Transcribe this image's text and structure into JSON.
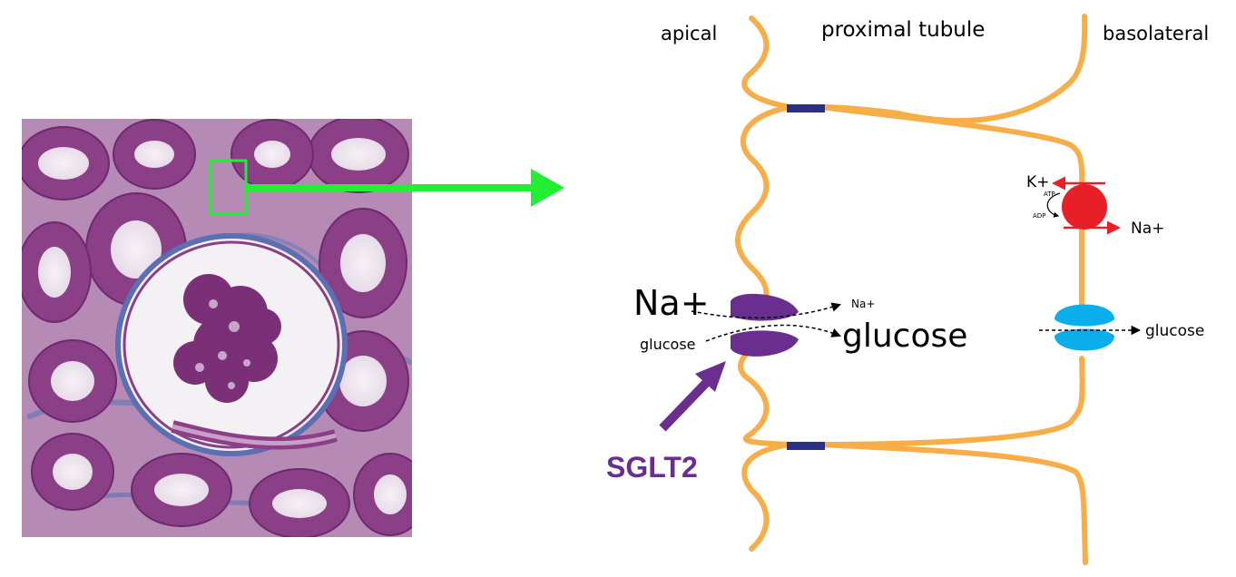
{
  "labels": {
    "apical": "apical",
    "proximal_tubule": "proximal tubule",
    "basolateral": "basolateral",
    "na_plus_big": "Na+",
    "glucose_small_left": "glucose",
    "na_plus_small_right": "Na+",
    "glucose_big": "glucose",
    "k_plus": "K+",
    "na_plus_pump": "Na+",
    "atp": "ATP",
    "adp": "ADP",
    "glucose_basolateral": "glucose",
    "sglt2": "SGLT2"
  },
  "colors": {
    "membrane": "#F7AE48",
    "tight_junction": "#2B2F86",
    "sglt2_transporter": "#6A2E8E",
    "pump": "#E81F27",
    "pump_arrow": "#E81F27",
    "glut_transporter": "#0AAEEA",
    "highlight_box": "#22EE33",
    "zoom_arrow": "#22EE33",
    "sglt2_label": "#6A2E8E"
  },
  "icons": {
    "histology": "kidney-histology-image",
    "pump": "na-k-atpase-pump",
    "sglt2": "sglt2-transporter",
    "glut": "glucose-transporter"
  }
}
